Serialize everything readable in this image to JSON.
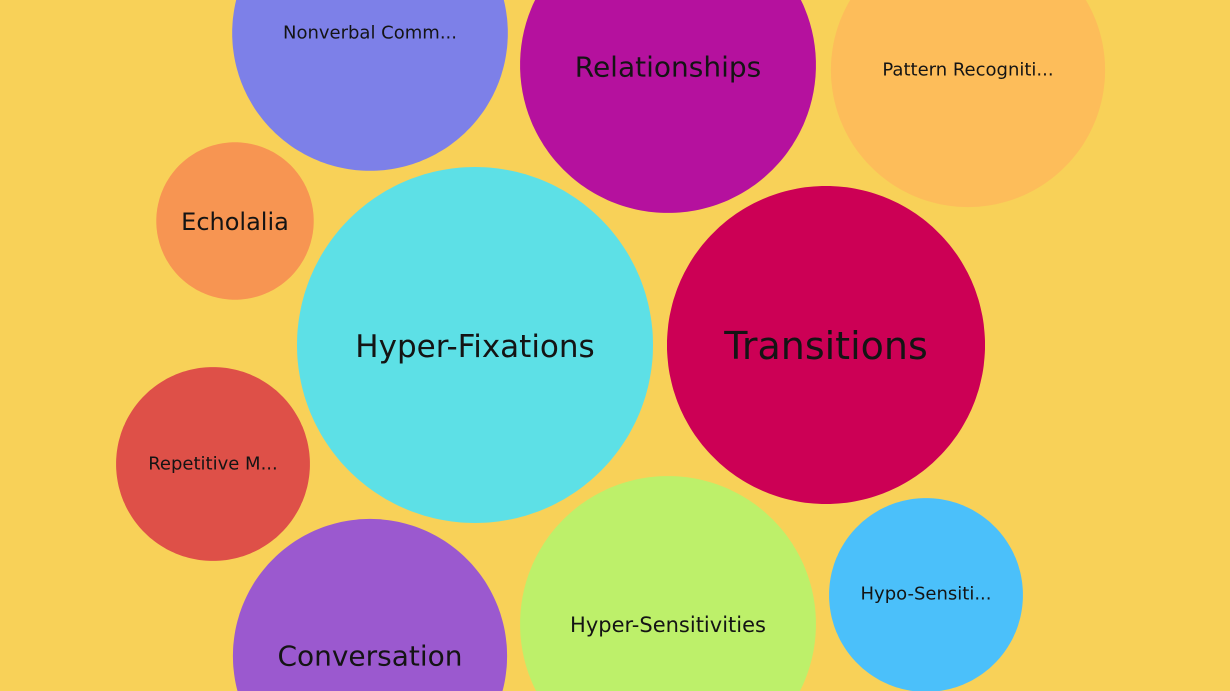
{
  "chart_data": {
    "type": "bubble",
    "title": "",
    "background": "#F8D158",
    "size_unit": "relative",
    "bubbles": [
      {
        "label": "Nonverbal Comm...",
        "value": 190,
        "color": "#7D80E8"
      },
      {
        "label": "Relationships",
        "value": 219,
        "color": "#B5119E"
      },
      {
        "label": "Pattern Recogniti...",
        "value": 188,
        "color": "#FDBD5A"
      },
      {
        "label": "Echolalia",
        "value": 62,
        "color": "#F79552"
      },
      {
        "label": "Hyper-Fixations",
        "value": 317,
        "color": "#5DE0E6"
      },
      {
        "label": "Transitions",
        "value": 253,
        "color": "#CC0055"
      },
      {
        "label": "Repetitive M...",
        "value": 94,
        "color": "#DE5048"
      },
      {
        "label": "Conversation",
        "value": 188,
        "color": "#9B59CF"
      },
      {
        "label": "Hyper-Sensitivities",
        "value": 219,
        "color": "#BDF06A"
      },
      {
        "label": "Hypo-Sensiti...",
        "value": 94,
        "color": "#4BC0FA"
      }
    ]
  }
}
